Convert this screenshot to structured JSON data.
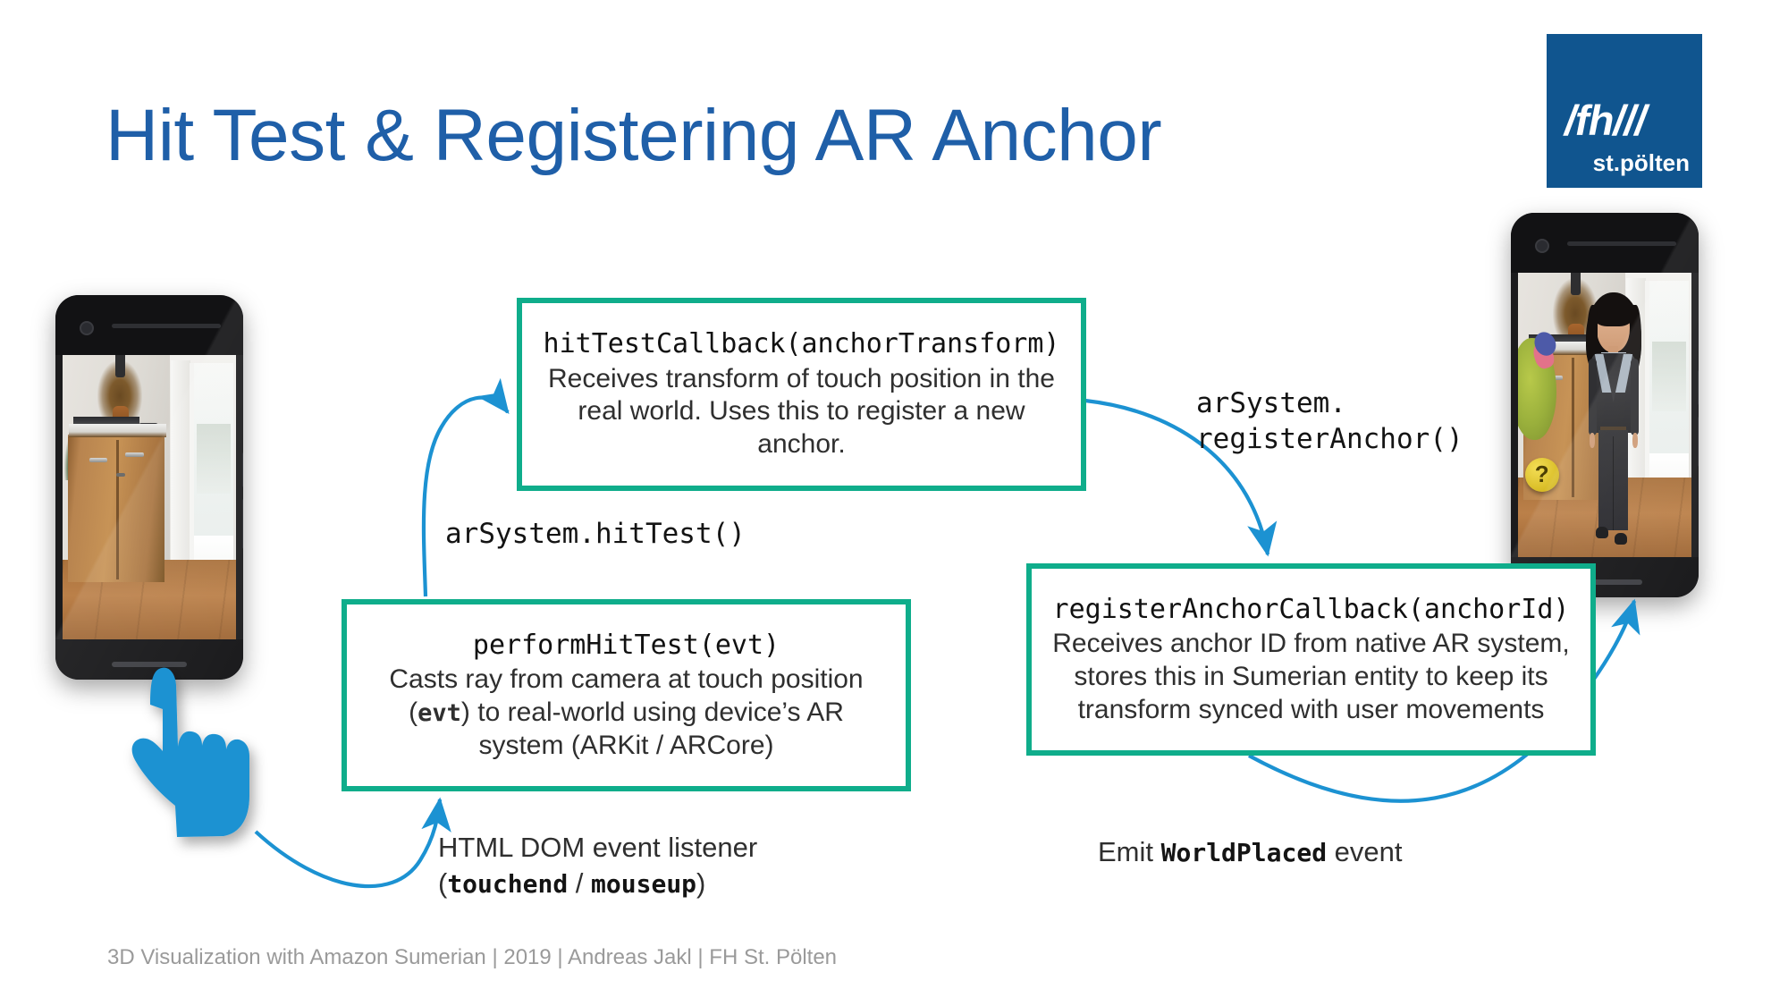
{
  "slide": {
    "title": "Hit Test & Registering AR Anchor",
    "footer": "3D Visualization with Amazon Sumerian | 2019 | Andreas Jakl | FH St. Pölten"
  },
  "logo": {
    "mark": "/fh///",
    "city": "st.pölten",
    "background": "#10558F",
    "text_color": "#FFFFFF"
  },
  "colors": {
    "title_blue": "#1F5FA8",
    "box_border_teal": "#0FAD8B",
    "arrow_blue": "#1C92D2",
    "hand_cursor_blue": "#1C92D2",
    "body_text": "#2F2F2F",
    "footer_gray": "#9A9A9A"
  },
  "boxes": [
    {
      "id": "hit-test-callback",
      "signature": "hitTestCallback(anchorTransform)",
      "description": "Receives transform of touch position in the real world. Uses this to register a new anchor."
    },
    {
      "id": "perform-hit-test",
      "signature": "performHitTest(evt)",
      "description_part1": "Casts ray from camera at touch position (",
      "description_code": "evt",
      "description_part2": ") to real-world using device’s AR system (ARKit / ARCore)"
    },
    {
      "id": "register-anchor-callback",
      "signature": "registerAnchorCallback(anchorId)",
      "description": "Receives anchor ID from native AR system, stores this in Sumerian entity to keep its transform synced with user movements"
    }
  ],
  "edges": [
    {
      "id": "ar-hittest",
      "label": "arSystem.hitTest()",
      "style": "mono"
    },
    {
      "id": "ar-registeranchor",
      "label_line1": "arSystem.",
      "label_line2": "registerAnchor()",
      "style": "mono"
    },
    {
      "id": "dom-listener",
      "line1": "HTML DOM event listener",
      "line2_open": "(",
      "line2_code1": "touchend",
      "line2_sep": " / ",
      "line2_code2": "mouseup",
      "line2_close": ")"
    },
    {
      "id": "emit-worldplaced",
      "prefix": "Emit ",
      "code": "WorldPlaced",
      "suffix": " event"
    }
  ],
  "phones": [
    {
      "id": "phone-left",
      "caption": "AR camera view of room with wooden cabinet, dried flower vase, plant and window",
      "overlay": "blue pointing hand cursor tapping the floor"
    },
    {
      "id": "phone-right",
      "caption": "Same room with placed 3D avatar in dark business suit",
      "badge": "?"
    }
  ]
}
